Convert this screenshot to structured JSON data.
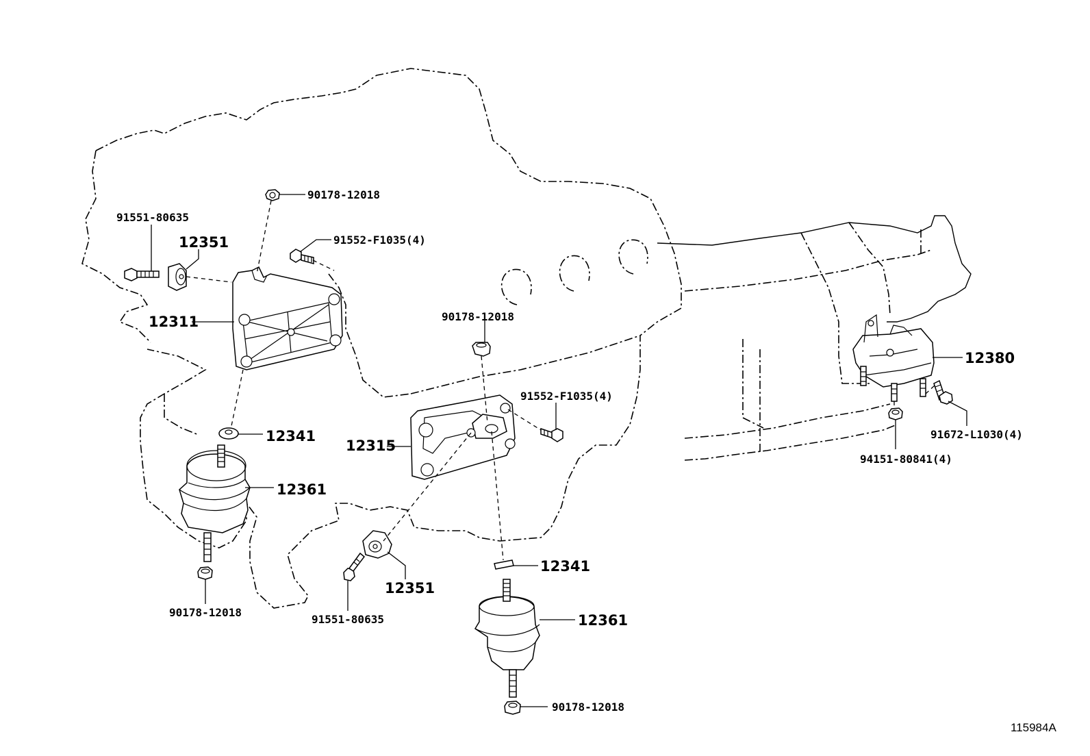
{
  "diagram": {
    "figure_number": "115984A",
    "callouts": {
      "nut_top": "90178-12018",
      "bolt_left": "91551-80635",
      "stopper_left": "12351",
      "bolts_left_bracket": "91552-F1035(4)",
      "bracket_left": "12311",
      "nut_mid": "90178-12018",
      "bolts_right_bracket": "91552-F1035(4)",
      "rear_mount": "12380",
      "rear_bolts": "91672-L1030(4)",
      "rear_nuts": "94151-80841(4)",
      "washer_left": "12341",
      "bracket_right": "12315",
      "insulator_left": "12361",
      "stopper_right": "12351",
      "nut_bottom_left": "90178-12018",
      "bolt_right": "91551-80635",
      "washer_right": "12341",
      "insulator_right": "12361",
      "nut_bottom_right": "90178-12018"
    }
  }
}
